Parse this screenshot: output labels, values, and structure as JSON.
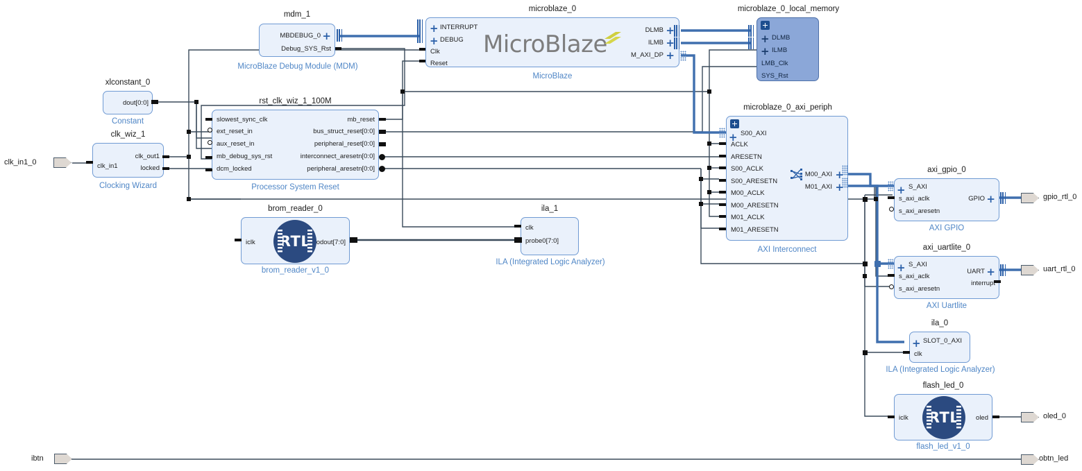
{
  "diagram": {
    "tool": "vivado-ip-integrator-block-design",
    "accent_blue": "#4f86c6",
    "block_fill": "#eaf1fb",
    "block_border": "#6f9ad3",
    "hier_block_fill": "#8ba7d8",
    "bus_wire_color": "#3f6fae",
    "net_wire_color": "#3a4a5a",
    "port_fill": "#ded8d2"
  },
  "external_ports": [
    {
      "name": "clk_in1_0",
      "label": "clk_in1_0",
      "direction": "input",
      "side": "left"
    },
    {
      "name": "ibtn",
      "label": "ibtn",
      "direction": "input",
      "side": "left"
    },
    {
      "name": "gpio_rtl_0",
      "label": "gpio_rtl_0",
      "direction": "output",
      "side": "right"
    },
    {
      "name": "uart_rtl_0",
      "label": "uart_rtl_0",
      "direction": "output",
      "side": "right"
    },
    {
      "name": "oled_0",
      "label": "oled_0",
      "direction": "output",
      "side": "right"
    },
    {
      "name": "obtn_led",
      "label": "obtn_led",
      "direction": "output",
      "side": "right"
    }
  ],
  "blocks": [
    {
      "id": "mdm_1",
      "title": "mdm_1",
      "subtitle": "MicroBlaze Debug Module (MDM)",
      "hierarchical": false,
      "left_pins": [],
      "right_pins": [
        "MBDEBUG_0",
        "Debug_SYS_Rst"
      ]
    },
    {
      "id": "microblaze_0",
      "title": "microblaze_0",
      "subtitle": "MicroBlaze",
      "wordmark": "MicroBlaze",
      "hierarchical": false,
      "left_pins": [
        "INTERRUPT",
        "DEBUG",
        "Clk",
        "Reset"
      ],
      "right_pins": [
        "DLMB",
        "ILMB",
        "M_AXI_DP"
      ]
    },
    {
      "id": "microblaze_0_local_memory",
      "title": "microblaze_0_local_memory",
      "subtitle": "",
      "hierarchical": true,
      "left_pins": [
        "DLMB",
        "ILMB",
        "LMB_Clk",
        "SYS_Rst"
      ],
      "right_pins": []
    },
    {
      "id": "xlconstant_0",
      "title": "xlconstant_0",
      "subtitle": "Constant",
      "hierarchical": false,
      "left_pins": [],
      "right_pins": [
        "dout[0:0]"
      ]
    },
    {
      "id": "clk_wiz_1",
      "title": "clk_wiz_1",
      "subtitle": "Clocking Wizard",
      "hierarchical": false,
      "left_pins": [
        "clk_in1"
      ],
      "right_pins": [
        "clk_out1",
        "locked"
      ]
    },
    {
      "id": "rst_clk_wiz_1_100M",
      "title": "rst_clk_wiz_1_100M",
      "subtitle": "Processor System Reset",
      "hierarchical": false,
      "left_pins": [
        "slowest_sync_clk",
        "ext_reset_in",
        "aux_reset_in",
        "mb_debug_sys_rst",
        "dcm_locked"
      ],
      "right_pins": [
        "mb_reset",
        "bus_struct_reset[0:0]",
        "peripheral_reset[0:0]",
        "interconnect_aresetn[0:0]",
        "peripheral_aresetn[0:0]"
      ]
    },
    {
      "id": "brom_reader_0",
      "title": "brom_reader_0",
      "subtitle": "brom_reader_v1_0",
      "hierarchical": false,
      "logo": "RTL",
      "left_pins": [
        "iclk"
      ],
      "right_pins": [
        "odout[7:0]"
      ]
    },
    {
      "id": "ila_1",
      "title": "ila_1",
      "subtitle": "ILA (Integrated Logic Analyzer)",
      "hierarchical": false,
      "left_pins": [
        "clk",
        "probe0[7:0]"
      ],
      "right_pins": []
    },
    {
      "id": "microblaze_0_axi_periph",
      "title": "microblaze_0_axi_periph",
      "subtitle": "AXI Interconnect",
      "hierarchical": true,
      "left_pins": [
        "S00_AXI",
        "ACLK",
        "ARESETN",
        "S00_ACLK",
        "S00_ARESETN",
        "M00_ACLK",
        "M00_ARESETN",
        "M01_ACLK",
        "M01_ARESETN"
      ],
      "right_pins": [
        "M00_AXI",
        "M01_AXI"
      ]
    },
    {
      "id": "axi_gpio_0",
      "title": "axi_gpio_0",
      "subtitle": "AXI GPIO",
      "hierarchical": false,
      "left_pins": [
        "S_AXI",
        "s_axi_aclk",
        "s_axi_aresetn"
      ],
      "right_pins": [
        "GPIO"
      ]
    },
    {
      "id": "axi_uartlite_0",
      "title": "axi_uartlite_0",
      "subtitle": "AXI Uartlite",
      "hierarchical": false,
      "left_pins": [
        "S_AXI",
        "s_axi_aclk",
        "s_axi_aresetn"
      ],
      "right_pins": [
        "UART",
        "interrupt"
      ]
    },
    {
      "id": "ila_0",
      "title": "ila_0",
      "subtitle": "ILA (Integrated Logic Analyzer)",
      "hierarchical": false,
      "left_pins": [
        "SLOT_0_AXI",
        "clk"
      ],
      "right_pins": []
    },
    {
      "id": "flash_led_0",
      "title": "flash_led_0",
      "subtitle": "flash_led_v1_0",
      "hierarchical": false,
      "logo": "RTL",
      "left_pins": [
        "iclk"
      ],
      "right_pins": [
        "oled"
      ]
    }
  ]
}
